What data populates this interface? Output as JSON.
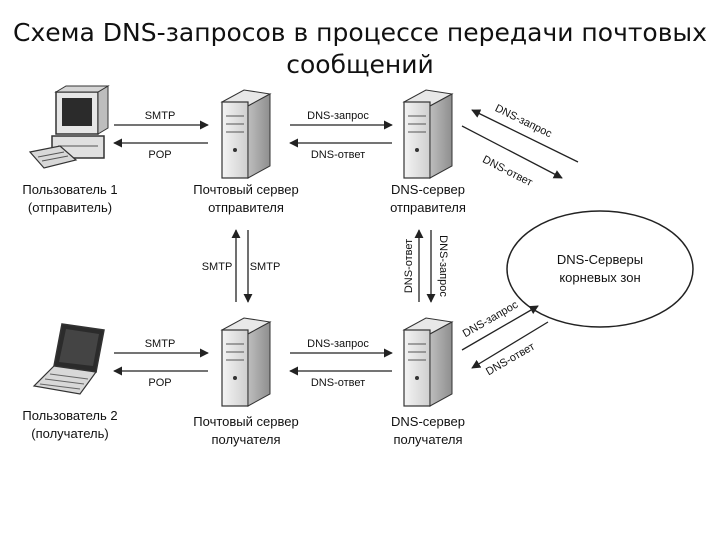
{
  "title": {
    "line1": "Схема DNS-запросов в процессе передачи почтовых",
    "line2": "сообщений"
  },
  "nodes": {
    "user1": {
      "line1": "Пользователь 1",
      "line2": "(отправитель)"
    },
    "mail_sender": {
      "line1": "Почтовый сервер",
      "line2": "отправителя"
    },
    "dns_sender": {
      "line1": "DNS-сервер",
      "line2": "отправителя"
    },
    "root": {
      "line1": "DNS-Серверы",
      "line2": "корневых зон"
    },
    "user2": {
      "line1": "Пользователь 2",
      "line2": "(получатель)"
    },
    "mail_receiver": {
      "line1": "Почтовый сервер",
      "line2": "получателя"
    },
    "dns_receiver": {
      "line1": "DNS-сервер",
      "line2": "получателя"
    }
  },
  "arrows": {
    "smtp": "SMTP",
    "pop": "POP",
    "dns_request": "DNS-запрос",
    "dns_response": "DNS-ответ"
  }
}
